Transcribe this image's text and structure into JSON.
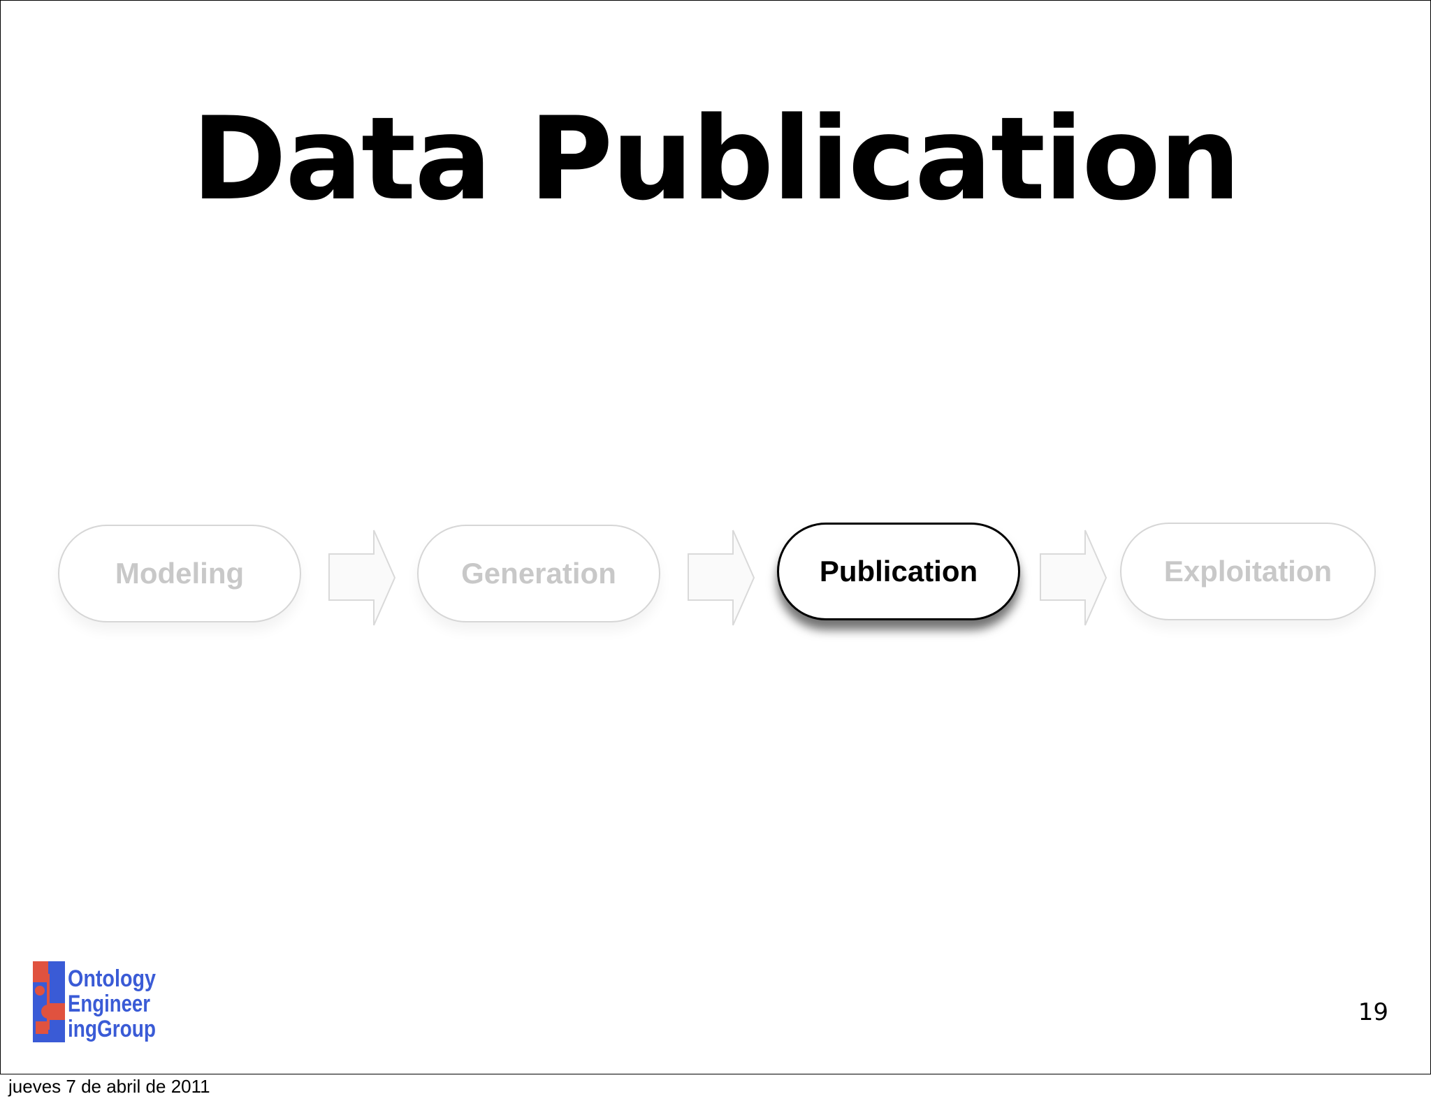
{
  "slide": {
    "title": "Data Publication",
    "page_number": "19"
  },
  "process": {
    "steps": [
      {
        "label": "Modeling",
        "active": false
      },
      {
        "label": "Generation",
        "active": false
      },
      {
        "label": "Publication",
        "active": true
      },
      {
        "label": "Exploitation",
        "active": false
      }
    ]
  },
  "logo": {
    "lines": [
      "Ontology",
      "Engineer",
      "ingGroup"
    ],
    "colors": {
      "blue": "#3a5bd6",
      "red": "#e0523f"
    }
  },
  "footer": {
    "date": "jueves 7 de abril de 2011"
  }
}
